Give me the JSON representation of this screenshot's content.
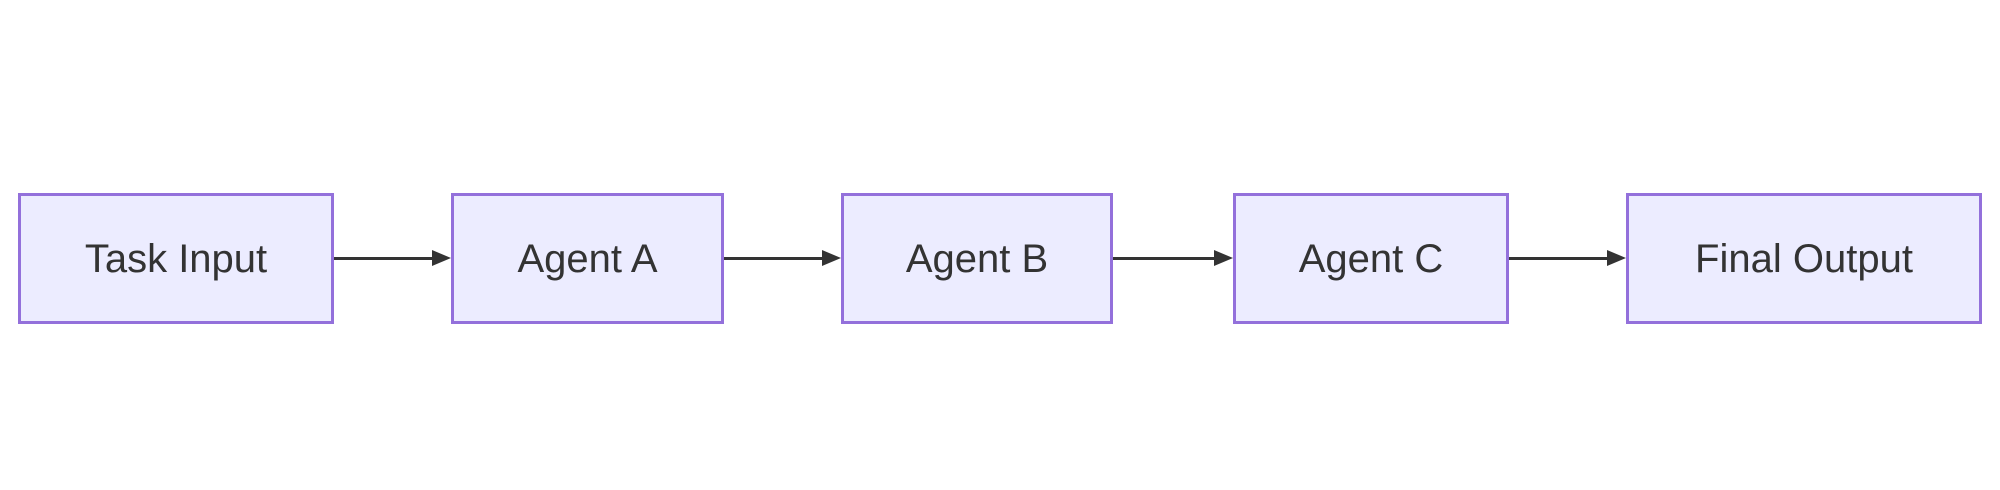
{
  "diagram": {
    "type": "flowchart",
    "direction": "left-to-right",
    "nodes": [
      {
        "id": "task-input",
        "label": "Task Input"
      },
      {
        "id": "agent-a",
        "label": "Agent A"
      },
      {
        "id": "agent-b",
        "label": "Agent B"
      },
      {
        "id": "agent-c",
        "label": "Agent C"
      },
      {
        "id": "final-output",
        "label": "Final Output"
      }
    ],
    "edges": [
      {
        "from": "Task Input",
        "to": "Agent A"
      },
      {
        "from": "Agent A",
        "to": "Agent B"
      },
      {
        "from": "Agent B",
        "to": "Agent C"
      },
      {
        "from": "Agent C",
        "to": "Final Output"
      }
    ],
    "colors": {
      "node_fill": "#ECECFF",
      "node_border": "#9370DB",
      "text": "#333333",
      "arrow": "#333333",
      "background": "#FFFFFF"
    }
  }
}
